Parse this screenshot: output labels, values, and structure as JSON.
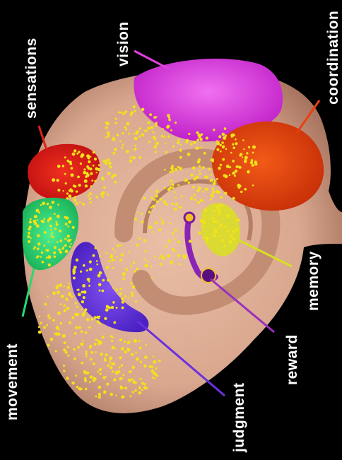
{
  "labels": {
    "vision": "vision",
    "coordination": "coordination",
    "sensations": "sensations",
    "movement": "movement",
    "memory": "memory",
    "reward": "reward",
    "judgment": "judgment"
  },
  "colors": {
    "background": "#000000",
    "brain": "#d9a78e",
    "brain_shadow": "#b8836a",
    "vision": "#e040e0",
    "coordination": "#e8400e",
    "sensations": "#e0201a",
    "movement": "#28d870",
    "memory": "#d8e020",
    "reward": "#9a30c0",
    "judgment": "#6a30e0",
    "dots": "#f2e21a"
  }
}
